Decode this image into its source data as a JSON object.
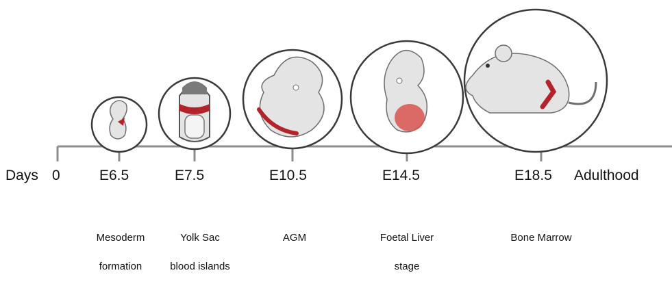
{
  "axis_prefix": "Days",
  "ticks": [
    "0",
    "E6.5",
    "E7.5",
    "E10.5",
    "E14.5",
    "E18.5",
    "Adulthood"
  ],
  "stages": [
    {
      "tick": "E6.5",
      "line1": "Mesoderm",
      "line2": "formation"
    },
    {
      "tick": "E7.5",
      "line1": "Yolk Sac",
      "line2": "blood islands"
    },
    {
      "tick": "E10.5",
      "line1": "AGM",
      "line2": ""
    },
    {
      "tick": "E14.5",
      "line1": "Foetal Liver",
      "line2": "stage"
    },
    {
      "tick": "E18.5",
      "line1": "Bone Marrow",
      "line2": ""
    }
  ],
  "colors": {
    "axis": "#8c8c8c",
    "circle_stroke": "#3a3a3a",
    "embryo_fill": "#e4e4e4",
    "embryo_stroke": "#6e6e6e",
    "blood_red": "#b3232a",
    "liver_red": "#d9534f"
  },
  "icons": [
    "mesoderm-embryo-icon",
    "yolk-sac-embryo-icon",
    "agm-embryo-icon",
    "foetal-embryo-icon",
    "mouse-icon"
  ]
}
